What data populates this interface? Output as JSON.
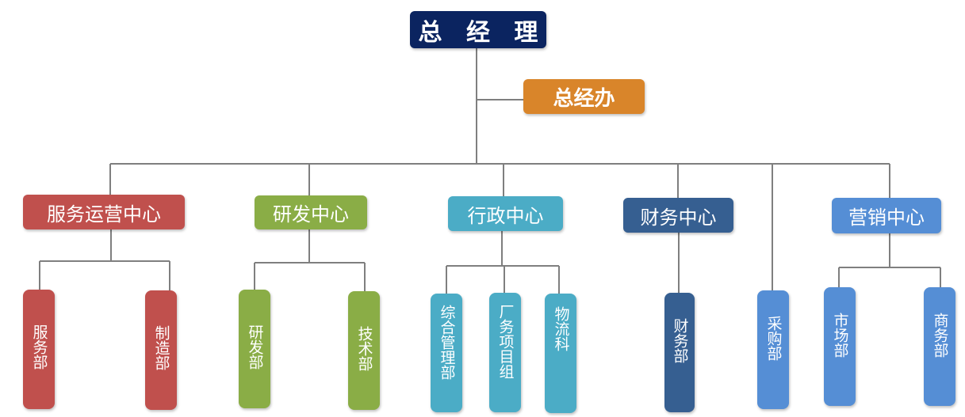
{
  "colors": {
    "navy": "#0b2460",
    "orange": "#d9852a",
    "red": "#c0504d",
    "green": "#8aad46",
    "teal": "#4bacc6",
    "steel": "#365f91",
    "blue": "#558ed5",
    "line": "#7f7f7f"
  },
  "nodes": {
    "general_manager": "总 经 理",
    "gm_office": "总经办",
    "service_center": "服务运营中心",
    "rd_center": "研发中心",
    "admin_center": "行政中心",
    "finance_center": "财务中心",
    "marketing_center": "营销中心",
    "service_dept": "服务部",
    "manufacturing_dept": "制造部",
    "rd_dept": "研发部",
    "tech_dept": "技术部",
    "general_mgmt_dept": "综合管理部",
    "factory_project_group": "厂务项目组",
    "logistics_section": "物流科",
    "finance_dept": "财务部",
    "procurement_dept": "采购部",
    "market_dept": "市场部",
    "business_dept": "商务部"
  }
}
